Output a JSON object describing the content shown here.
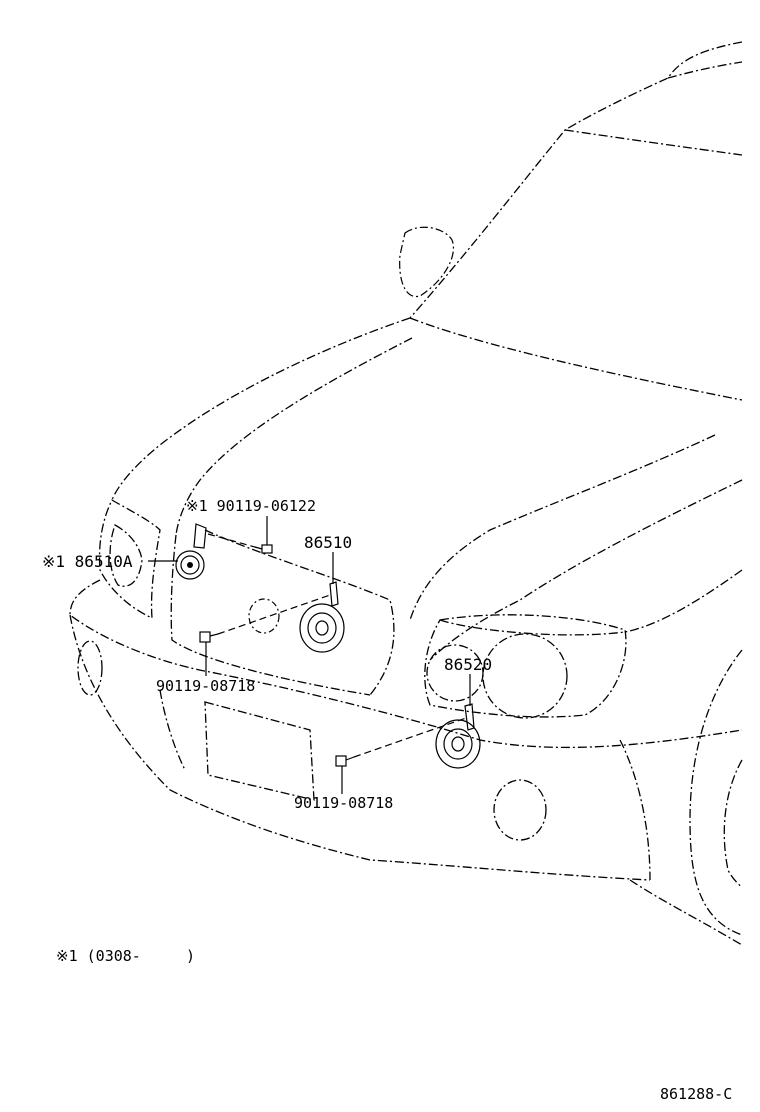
{
  "labels": {
    "horn_low_alt": "※1 86510A",
    "bolt_top": "※1 90119-06122",
    "horn_low": "86510",
    "bolt_left": "90119-08718",
    "horn_high": "86520",
    "bolt_bottom": "90119-08718"
  },
  "footnote": "※1 (0308-     )",
  "figure_code": "861288-C"
}
